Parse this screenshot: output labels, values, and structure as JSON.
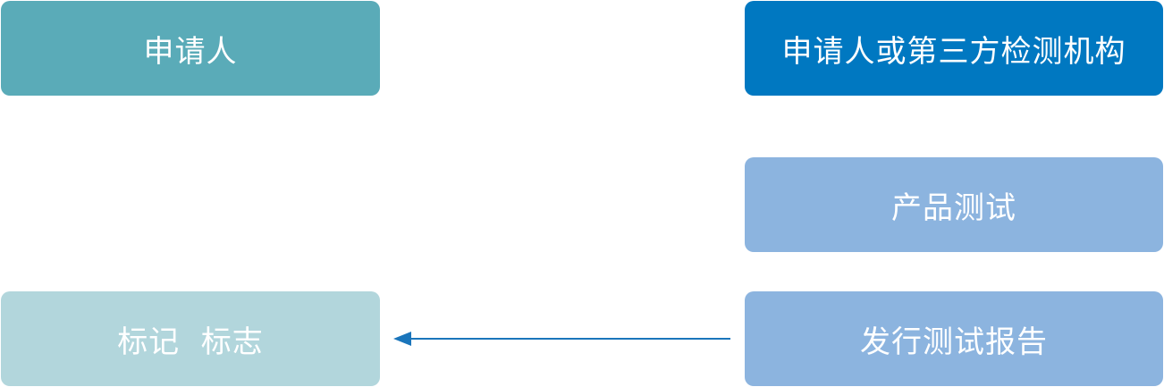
{
  "nodes": {
    "applicant": {
      "label": "申请人",
      "color": "#5aabb8"
    },
    "third_party": {
      "label": "申请人或第三方检测机构",
      "color": "#0078c1"
    },
    "product_test": {
      "label": "产品测试",
      "color": "#8cb4df"
    },
    "mark": {
      "label": "标记  标志",
      "color": "#b2d6dc"
    },
    "report": {
      "label": "发行测试报告",
      "color": "#8cb4df"
    }
  },
  "edges": [
    {
      "from": "report",
      "to": "mark",
      "color": "#1a75bb"
    }
  ]
}
